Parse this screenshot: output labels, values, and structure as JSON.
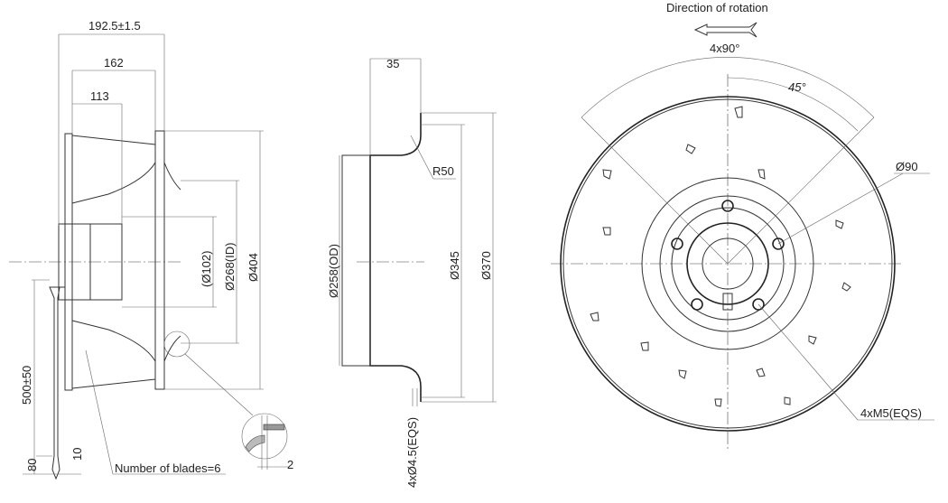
{
  "title": "Backward-curved centrifugal fan dimension drawing",
  "side_view": {
    "dim_overall": "192.5±1.5",
    "dim_162": "162",
    "dim_113": "113",
    "dim_hub": "(Ø102)",
    "dim_inlet": "Ø268(ID)",
    "dim_outer": "Ø404",
    "dim_cable": "500±50",
    "dim_80": "80",
    "dim_10": "10",
    "dim_detail": "2",
    "blades_note": "Number of blades=6"
  },
  "ring_view": {
    "dim_35": "35",
    "radius": "R50",
    "dim_od": "Ø258(OD)",
    "dim_345": "Ø345",
    "dim_370": "Ø370",
    "holes": "4xØ4.5(EQS)"
  },
  "front_view": {
    "rotation_label": "Direction of rotation",
    "angle_4x90": "4x90°",
    "angle_45": "45°",
    "dim_90": "Ø90",
    "screws": "4xM5(EQS)"
  }
}
